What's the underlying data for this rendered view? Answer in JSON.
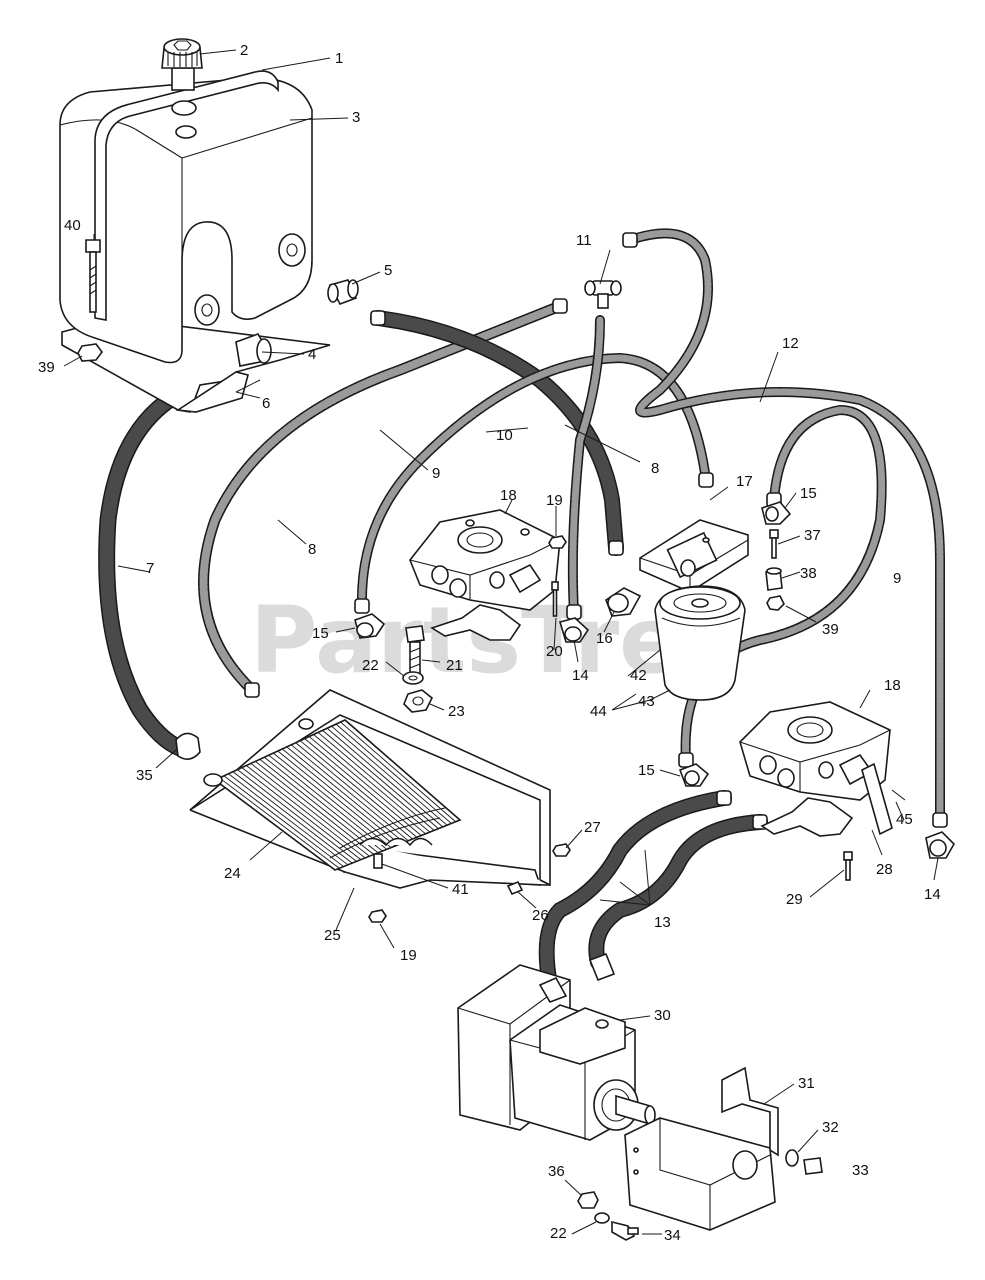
{
  "watermark": "PartsTree",
  "colors": {
    "line": "#1a1a1a",
    "hose_fill": "#9a9a9a",
    "hose_dark": "#4a4a4a",
    "watermark": "#cfcfcf"
  },
  "callouts": [
    {
      "id": "c1",
      "label": "1"
    },
    {
      "id": "c2",
      "label": "2"
    },
    {
      "id": "c3",
      "label": "3"
    },
    {
      "id": "c4",
      "label": "4"
    },
    {
      "id": "c5",
      "label": "5"
    },
    {
      "id": "c6",
      "label": "6"
    },
    {
      "id": "c7",
      "label": "7"
    },
    {
      "id": "c8a",
      "label": "8"
    },
    {
      "id": "c8b",
      "label": "8"
    },
    {
      "id": "c9a",
      "label": "9"
    },
    {
      "id": "c9b",
      "label": "9"
    },
    {
      "id": "c10",
      "label": "10"
    },
    {
      "id": "c11",
      "label": "11"
    },
    {
      "id": "c12",
      "label": "12"
    },
    {
      "id": "c13",
      "label": "13"
    },
    {
      "id": "c14a",
      "label": "14"
    },
    {
      "id": "c14b",
      "label": "14"
    },
    {
      "id": "c15a",
      "label": "15"
    },
    {
      "id": "c15b",
      "label": "15"
    },
    {
      "id": "c15c",
      "label": "15"
    },
    {
      "id": "c16",
      "label": "16"
    },
    {
      "id": "c17",
      "label": "17"
    },
    {
      "id": "c18a",
      "label": "18"
    },
    {
      "id": "c18b",
      "label": "18"
    },
    {
      "id": "c19a",
      "label": "19"
    },
    {
      "id": "c19b",
      "label": "19"
    },
    {
      "id": "c20",
      "label": "20"
    },
    {
      "id": "c21",
      "label": "21"
    },
    {
      "id": "c22a",
      "label": "22"
    },
    {
      "id": "c22b",
      "label": "22"
    },
    {
      "id": "c23",
      "label": "23"
    },
    {
      "id": "c24",
      "label": "24"
    },
    {
      "id": "c25",
      "label": "25"
    },
    {
      "id": "c26",
      "label": "26"
    },
    {
      "id": "c27",
      "label": "27"
    },
    {
      "id": "c28",
      "label": "28"
    },
    {
      "id": "c29",
      "label": "29"
    },
    {
      "id": "c30",
      "label": "30"
    },
    {
      "id": "c31",
      "label": "31"
    },
    {
      "id": "c32",
      "label": "32"
    },
    {
      "id": "c33",
      "label": "33"
    },
    {
      "id": "c34",
      "label": "34"
    },
    {
      "id": "c35",
      "label": "35"
    },
    {
      "id": "c36",
      "label": "36"
    },
    {
      "id": "c37",
      "label": "37"
    },
    {
      "id": "c38",
      "label": "38"
    },
    {
      "id": "c39a",
      "label": "39"
    },
    {
      "id": "c39b",
      "label": "39"
    },
    {
      "id": "c40",
      "label": "40"
    },
    {
      "id": "c41",
      "label": "41"
    },
    {
      "id": "c42",
      "label": "42"
    },
    {
      "id": "c43",
      "label": "43"
    },
    {
      "id": "c44",
      "label": "44"
    },
    {
      "id": "c45",
      "label": "45"
    }
  ]
}
